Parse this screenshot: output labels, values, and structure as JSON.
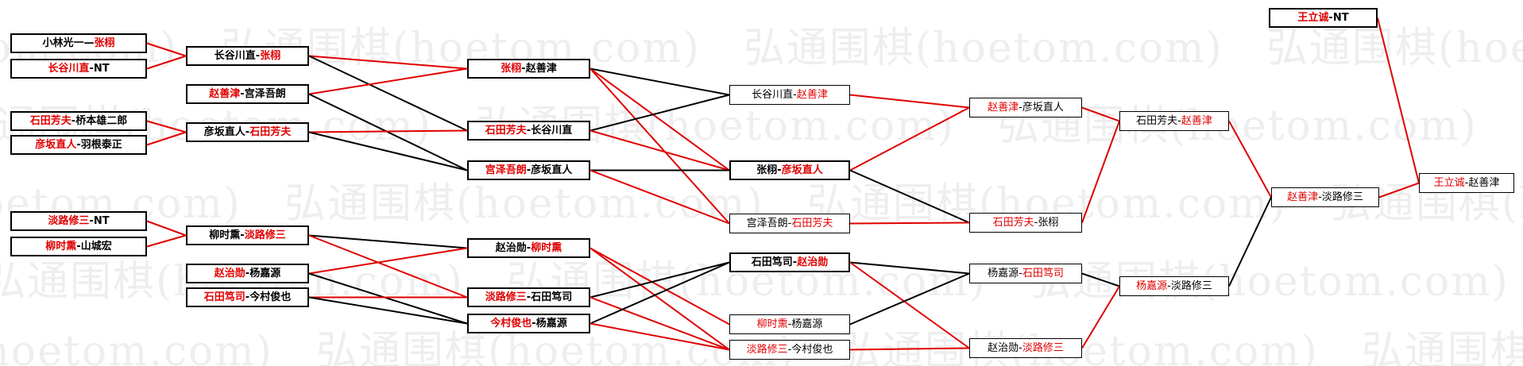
{
  "watermark": "弘通围棋(hoetom.com)",
  "colors": {
    "winner": "#e00000",
    "loser": "#000000",
    "win_line": "#e00000",
    "lose_line": "#000000"
  },
  "nodes": [
    {
      "id": "r1_1",
      "a": "小林光一",
      "sep": "—",
      "b": "张栩",
      "win": "b"
    },
    {
      "id": "r1_2",
      "a": "长谷川直",
      "sep": "-",
      "b": "NT",
      "win": "a"
    },
    {
      "id": "r1_3",
      "a": "石田芳夫",
      "sep": "-",
      "b": "桥本雄二郎",
      "win": "a"
    },
    {
      "id": "r1_4",
      "a": "彦坂直人",
      "sep": "-",
      "b": "羽根泰正",
      "win": "a"
    },
    {
      "id": "r1_5",
      "a": "淡路修三",
      "sep": "-",
      "b": "NT",
      "win": "a"
    },
    {
      "id": "r1_6",
      "a": "柳时熏",
      "sep": "-",
      "b": "山城宏",
      "win": "a"
    },
    {
      "id": "r2_1",
      "a": "长谷川直",
      "sep": "-",
      "b": "张栩",
      "win": "b"
    },
    {
      "id": "r2_2",
      "a": "赵善津",
      "sep": "-",
      "b": "宫泽吾朗",
      "win": "a"
    },
    {
      "id": "r2_3",
      "a": "彦坂直人",
      "sep": "-",
      "b": "石田芳夫",
      "win": "b"
    },
    {
      "id": "r2_4",
      "a": "柳时熏",
      "sep": "-",
      "b": "淡路修三",
      "win": "b"
    },
    {
      "id": "r2_5",
      "a": "赵治勋",
      "sep": "-",
      "b": "杨嘉源",
      "win": "a"
    },
    {
      "id": "r2_6",
      "a": "石田笃司",
      "sep": "-",
      "b": "今村俊也",
      "win": "a"
    },
    {
      "id": "r3_1",
      "a": "张栩",
      "sep": "-",
      "b": "赵善津",
      "win": "a"
    },
    {
      "id": "r3_2",
      "a": "石田芳夫",
      "sep": "-",
      "b": "长谷川直",
      "win": "a"
    },
    {
      "id": "r3_3",
      "a": "宫泽吾朗",
      "sep": "-",
      "b": "彦坂直人",
      "win": "a"
    },
    {
      "id": "r3_4",
      "a": "赵治勋",
      "sep": "-",
      "b": "柳时熏",
      "win": "b"
    },
    {
      "id": "r3_5",
      "a": "淡路修三",
      "sep": "-",
      "b": "石田笃司",
      "win": "a"
    },
    {
      "id": "r3_6",
      "a": "今村俊也",
      "sep": "-",
      "b": "杨嘉源",
      "win": "a"
    },
    {
      "id": "r4_1",
      "a": "长谷川直",
      "sep": "-",
      "b": "赵善津",
      "win": "b"
    },
    {
      "id": "r4_2",
      "a": "张栩",
      "sep": "-",
      "b": "彦坂直人",
      "win": "b"
    },
    {
      "id": "r4_3",
      "a": "宫泽吾朗",
      "sep": "-",
      "b": "石田芳夫",
      "win": "b"
    },
    {
      "id": "r4_4",
      "a": "石田笃司",
      "sep": "-",
      "b": "赵治勋",
      "win": "b"
    },
    {
      "id": "r4_5",
      "a": "柳时熏",
      "sep": "-",
      "b": "杨嘉源",
      "win": "a"
    },
    {
      "id": "r4_6",
      "a": "淡路修三",
      "sep": "-",
      "b": "今村俊也",
      "win": "a"
    },
    {
      "id": "r5_1",
      "a": "赵善津",
      "sep": "-",
      "b": "彦坂直人",
      "win": "a"
    },
    {
      "id": "r5_2",
      "a": "石田芳夫",
      "sep": "-",
      "b": "张栩",
      "win": "a"
    },
    {
      "id": "r5_3",
      "a": "杨嘉源",
      "sep": "-",
      "b": "石田笃司",
      "win": "b"
    },
    {
      "id": "r5_4",
      "a": "赵治勋",
      "sep": "-",
      "b": "淡路修三",
      "win": "b"
    },
    {
      "id": "r6_1",
      "a": "石田芳夫",
      "sep": "-",
      "b": "赵善津",
      "win": "b"
    },
    {
      "id": "r6_2",
      "a": "杨嘉源",
      "sep": "-",
      "b": "淡路修三",
      "win": "a"
    },
    {
      "id": "r7_1",
      "a": "赵善津",
      "sep": "-",
      "b": "淡路修三",
      "win": "a"
    },
    {
      "id": "seed",
      "a": "王立诚",
      "sep": "-",
      "b": "NT",
      "win": "a"
    },
    {
      "id": "final",
      "a": "王立诚",
      "sep": "-",
      "b": "赵善津",
      "win": "a"
    }
  ],
  "edges": [
    {
      "from": "r1_1",
      "to": "r2_1",
      "win": true
    },
    {
      "from": "r1_2",
      "to": "r2_1",
      "win": true
    },
    {
      "from": "r1_3",
      "to": "r2_3",
      "win": true
    },
    {
      "from": "r1_4",
      "to": "r2_3",
      "win": true
    },
    {
      "from": "r1_5",
      "to": "r2_4",
      "win": true
    },
    {
      "from": "r1_6",
      "to": "r2_4",
      "win": true
    },
    {
      "from": "r2_1",
      "to": "r3_1",
      "win": true
    },
    {
      "from": "r2_1",
      "to": "r3_2",
      "win": false
    },
    {
      "from": "r2_2",
      "to": "r3_1",
      "win": true
    },
    {
      "from": "r2_2",
      "to": "r3_3",
      "win": false
    },
    {
      "from": "r2_3",
      "to": "r3_2",
      "win": true
    },
    {
      "from": "r2_3",
      "to": "r3_3",
      "win": false
    },
    {
      "from": "r2_4",
      "to": "r3_4",
      "win": false
    },
    {
      "from": "r2_4",
      "to": "r3_5",
      "win": true
    },
    {
      "from": "r2_5",
      "to": "r3_4",
      "win": true
    },
    {
      "from": "r2_5",
      "to": "r3_6",
      "win": false
    },
    {
      "from": "r2_6",
      "to": "r3_5",
      "win": true
    },
    {
      "from": "r2_6",
      "to": "r3_6",
      "win": false
    },
    {
      "from": "r3_1",
      "to": "r4_2",
      "win": true
    },
    {
      "from": "r3_1",
      "to": "r4_1",
      "win": false
    },
    {
      "from": "r3_1",
      "to": "r4_3",
      "win": true
    },
    {
      "from": "r3_2",
      "to": "r4_1",
      "win": false
    },
    {
      "from": "r3_2",
      "to": "r4_2",
      "win": true
    },
    {
      "from": "r3_3",
      "to": "r4_2",
      "win": false
    },
    {
      "from": "r3_3",
      "to": "r4_3",
      "win": true
    },
    {
      "from": "r3_4",
      "to": "r4_5",
      "win": true
    },
    {
      "from": "r3_4",
      "to": "r4_6",
      "win": true
    },
    {
      "from": "r3_5",
      "to": "r4_4",
      "win": false
    },
    {
      "from": "r3_5",
      "to": "r4_6",
      "win": true
    },
    {
      "from": "r3_6",
      "to": "r4_4",
      "win": false
    },
    {
      "from": "r3_6",
      "to": "r4_6",
      "win": true
    },
    {
      "from": "r4_1",
      "to": "r5_1",
      "win": true
    },
    {
      "from": "r4_2",
      "to": "r5_1",
      "win": true
    },
    {
      "from": "r4_2",
      "to": "r5_2",
      "win": false
    },
    {
      "from": "r4_3",
      "to": "r5_2",
      "win": true
    },
    {
      "from": "r4_4",
      "to": "r5_3",
      "win": false
    },
    {
      "from": "r4_4",
      "to": "r5_4",
      "win": true
    },
    {
      "from": "r4_5",
      "to": "r5_3",
      "win": false
    },
    {
      "from": "r4_6",
      "to": "r5_4",
      "win": true
    },
    {
      "from": "r5_1",
      "to": "r6_1",
      "win": true
    },
    {
      "from": "r5_2",
      "to": "r6_1",
      "win": true
    },
    {
      "from": "r5_3",
      "to": "r6_2",
      "win": false
    },
    {
      "from": "r5_4",
      "to": "r6_2",
      "win": true
    },
    {
      "from": "r6_1",
      "to": "r7_1",
      "win": true
    },
    {
      "from": "r6_2",
      "to": "r7_1",
      "win": false
    },
    {
      "from": "r7_1",
      "to": "final",
      "win": true
    },
    {
      "from": "seed",
      "to": "final",
      "win": true
    }
  ]
}
